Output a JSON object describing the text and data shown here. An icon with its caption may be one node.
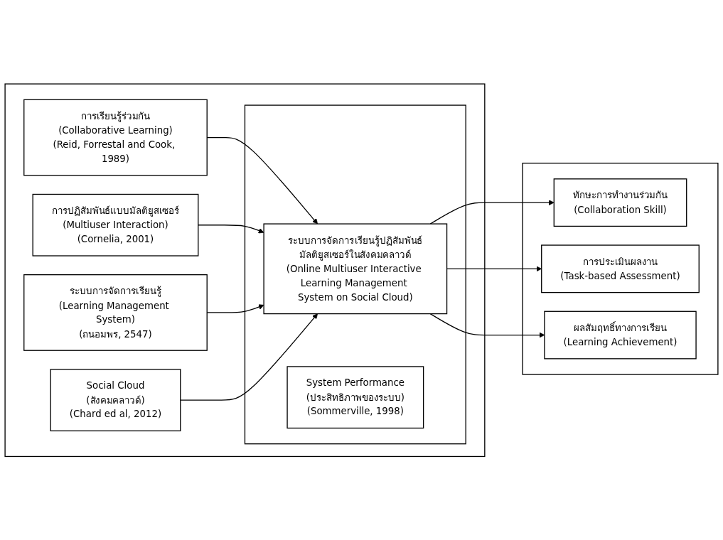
{
  "diagram": {
    "nodes": [
      {
        "text": [],
        "shape": "box"
      },
      {
        "text": [
          "การเรียนรู้ร่วมกัน",
          "(Collaborative Learning)",
          "(Reid, Forrestal and Cook, 1989)"
        ],
        "in": 0
      },
      {
        "text": [
          "การปฏิสัมพันธ์แบบมัลติยูสเซอร์",
          "(Multiuser Interaction)",
          "(Cornelia, 2001)"
        ],
        "in": 0
      },
      {
        "text": [
          "ระบบการจัดการเรียนรู้",
          "(Learning Management System)",
          "(ถนอมพร, 2547)"
        ],
        "in": 0
      },
      {
        "text": [
          "Social Cloud",
          "(สังคมคลาวด์)",
          "(Chard ed al, 2012)"
        ],
        "in": 0
      },
      {
        "text": [],
        "shape": "box",
        "in": 0
      },
      {
        "text": [
          "ระบบการจัดการเรียนรู้ปฏิสัมพันธ์มัลติยูสเซอร์ในสังคมคลาวด์",
          "(Online Multiuser Interactive Learning Management System on Social Cloud)"
        ],
        "in": 5
      },
      {
        "text": [
          "System Performance",
          "(ประสิทธิภาพของระบบ)",
          "(Sommerville, 1998)"
        ],
        "in": 5
      },
      {
        "text": [],
        "shape": "box"
      },
      {
        "text": [
          "ทักษะการทำงานร่วมกัน",
          "(Collaboration Skill)"
        ],
        "in": 8
      },
      {
        "text": [
          "การประเมินผลงาน",
          "(Task-based Assessment)"
        ],
        "in": 8
      },
      {
        "text": [
          "ผลสัมฤทธิ์ทางการเรียน",
          "(Learning Achievement)"
        ],
        "in": 8
      }
    ],
    "edges": [
      {
        "from": 1,
        "to": 6,
        "arrow": "to"
      },
      {
        "from": 2,
        "to": 6,
        "arrow": "to"
      },
      {
        "from": 3,
        "to": 6,
        "arrow": "to"
      },
      {
        "from": 4,
        "to": 6,
        "arrow": "to"
      },
      {
        "from": 6,
        "to": 9,
        "arrow": "to"
      },
      {
        "from": 6,
        "to": 10,
        "arrow": "to"
      },
      {
        "from": 6,
        "to": 11,
        "arrow": "to"
      }
    ]
  }
}
